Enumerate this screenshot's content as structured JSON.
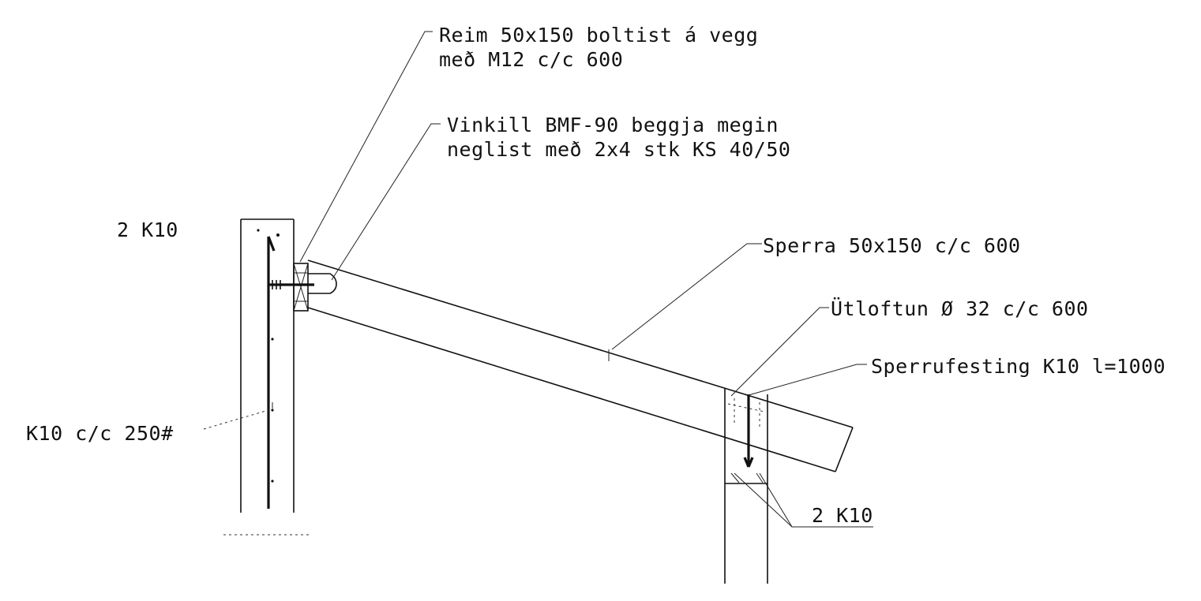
{
  "labels": {
    "reim_line1": "Reim 50x150 boltist á vegg",
    "reim_line2": "með M12 c/c 600",
    "vinkill_line1": "Vinkill BMF-90 beggja megin",
    "vinkill_line2": "neglist með 2x4 stk KS 40/50",
    "two_k10_top": "2 K10",
    "sperra": "Sperra 50x150 c/c 600",
    "utloftun": "Ütloftun Ø 32 c/c 600",
    "sperrufesting": "Sperrufesting K10 l=1000",
    "k10_cc": "K10 c/c 250#",
    "two_k10_bottom": "2 K10"
  }
}
